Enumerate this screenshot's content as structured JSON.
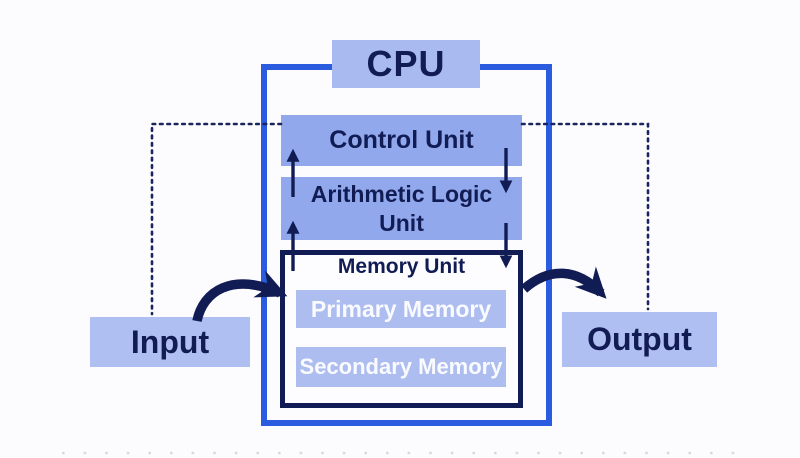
{
  "diagram": {
    "cpu_label": "CPU",
    "control_unit_label": "Control Unit",
    "alu_label": "Arithmetic Logic Unit",
    "memory_unit_label": "Memory Unit",
    "primary_memory_label": "Primary Memory",
    "secondary_memory_label": "Secondary Memory",
    "input_label": "Input",
    "output_label": "Output",
    "colors": {
      "accent_blue": "#2b5ce0",
      "navy": "#121c54",
      "periwinkle": "#92a8ec",
      "periwinkle_light": "#b0bff2",
      "cpu_label_fill": "#a9baf1",
      "memory_box_fill": "#aebdf0"
    }
  }
}
